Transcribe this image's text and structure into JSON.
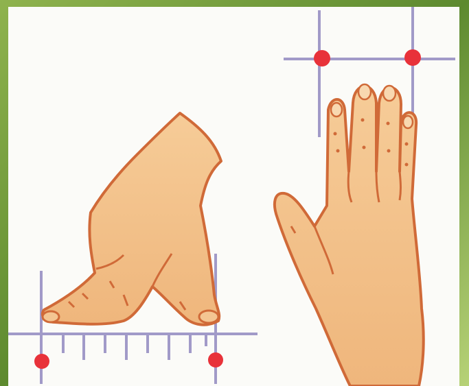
{
  "colors": {
    "border_green_dark": "#4f7a2a",
    "border_green_light": "#a9c76a",
    "background": "#fbfbf8",
    "skin": "#f2bf86",
    "skin_shadow": "#e59e62",
    "outline": "#d06a38",
    "ruler_line": "#a19ac8",
    "marker_red": "#e8323a"
  },
  "illustration": {
    "left_panel": {
      "subject": "hand-fingers-span",
      "ruler_tick_count": 8,
      "marker_count": 2
    },
    "right_panel": {
      "subject": "open-hand-four-fingers",
      "marker_count": 2
    }
  }
}
